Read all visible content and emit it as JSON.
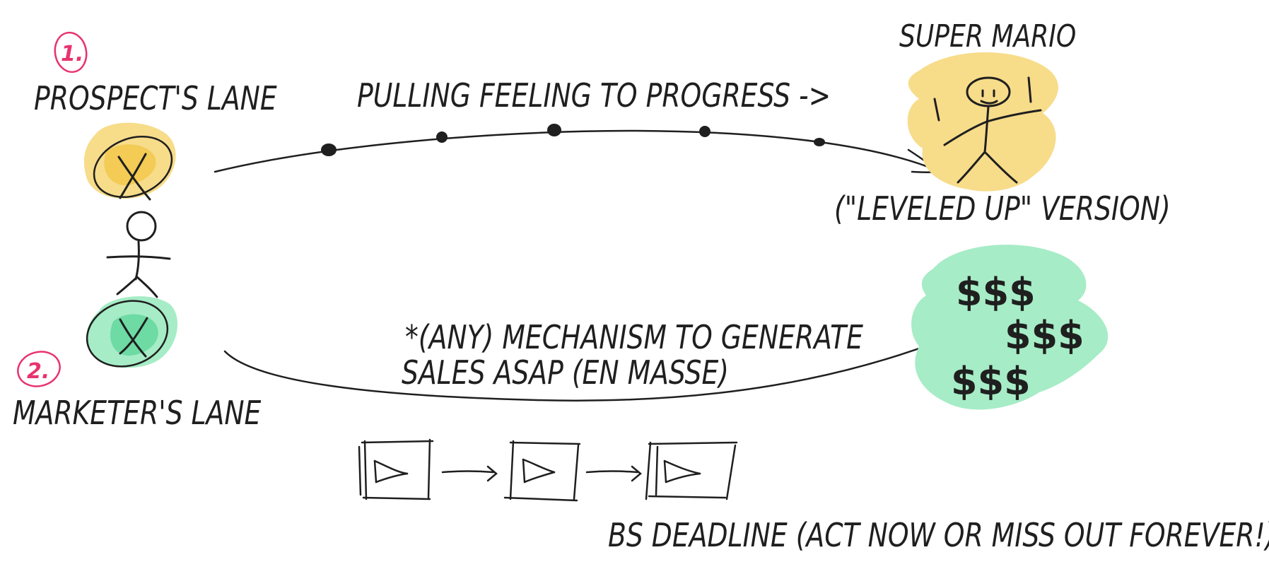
{
  "lane1": {
    "number": "1.",
    "label": "PROSPECT'S LANE"
  },
  "lane2": {
    "number": "2.",
    "label": "MARKETER'S LANE"
  },
  "top_flow": {
    "label": "PULLING FEELING TO PROGRESS ->"
  },
  "top_target": {
    "title": "SUPER MARIO",
    "subtitle": "(\"LEVELED UP\" VERSION)"
  },
  "bottom_flow": {
    "label_line1": "*(ANY) MECHANISM TO GENERATE",
    "label_line2": "SALES ASAP (EN MASSE)"
  },
  "bottom_target": {
    "row1": "$$$",
    "row2": "$$$",
    "row3": "$$$"
  },
  "deadline": {
    "label": "BS DEADLINE (ACT NOW OR MISS OUT FOREVER!)"
  },
  "colors": {
    "ink": "#1f1f1f",
    "accent_pink": "#e8336e",
    "highlight_yellow": "#f7dc8a",
    "highlight_green": "#a6ecc6",
    "marker_yellow": "#f2c84b",
    "marker_green": "#5fd79a"
  }
}
